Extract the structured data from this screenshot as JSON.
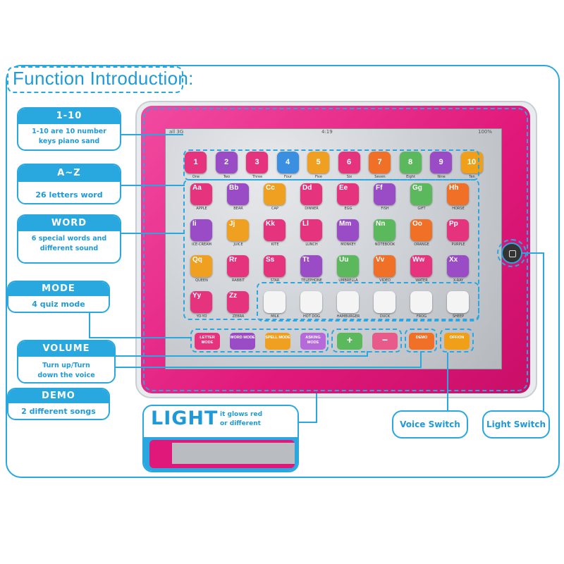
{
  "header": {
    "title": "Function Introduction:"
  },
  "labels": {
    "numbers": {
      "head": "1-10",
      "body": [
        "1-10 are 10 number",
        "keys piano sand"
      ]
    },
    "letters": {
      "head": "A~Z",
      "body": [
        "26 letters word"
      ]
    },
    "word": {
      "head": "WORD",
      "body": [
        "6 special words and",
        "different sound"
      ]
    },
    "mode": {
      "head": "MODE",
      "body": [
        "4 quiz mode"
      ]
    },
    "volume": {
      "head": "VOLUME",
      "body": [
        "Turn up/Turn",
        "down the voice"
      ]
    },
    "demo": {
      "head": "DEMO",
      "body": [
        "2 different songs"
      ]
    },
    "light": {
      "big": "LIGHT",
      "small": [
        "it glows red",
        "or different"
      ]
    },
    "voice_switch": "Voice Switch",
    "light_switch": "Light Switch"
  },
  "tablet": {
    "status": {
      "left": "all 3G",
      "center": "4:19",
      "right": "100%"
    },
    "numbers": [
      "1",
      "2",
      "3",
      "4",
      "5",
      "6",
      "7",
      "8",
      "9",
      "10"
    ],
    "number_captions": [
      "One",
      "Two",
      "Three",
      "Four",
      "Five",
      "Six",
      "Seven",
      "Eight",
      "Nine",
      "Ten"
    ],
    "letters": [
      [
        {
          "k": "Aa",
          "w": "APPLE"
        },
        {
          "k": "Bb",
          "w": "BEAR"
        },
        {
          "k": "Cc",
          "w": "CAP"
        },
        {
          "k": "Dd",
          "w": "DINNER"
        },
        {
          "k": "Ee",
          "w": "EGG"
        },
        {
          "k": "Ff",
          "w": "FISH"
        },
        {
          "k": "Gg",
          "w": "GIFT"
        },
        {
          "k": "Hh",
          "w": "HORSE"
        }
      ],
      [
        {
          "k": "Ii",
          "w": "ICE-CREAM"
        },
        {
          "k": "Jj",
          "w": "JUICE"
        },
        {
          "k": "Kk",
          "w": "KITE"
        },
        {
          "k": "Ll",
          "w": "LUNCH"
        },
        {
          "k": "Mm",
          "w": "MONKEY"
        },
        {
          "k": "Nn",
          "w": "NOTEBOOK"
        },
        {
          "k": "Oo",
          "w": "ORANGE"
        },
        {
          "k": "Pp",
          "w": "PURPLE"
        }
      ],
      [
        {
          "k": "Qq",
          "w": "QUEEN"
        },
        {
          "k": "Rr",
          "w": "RABBIT"
        },
        {
          "k": "Ss",
          "w": "STAR"
        },
        {
          "k": "Tt",
          "w": "TELEPHONE"
        },
        {
          "k": "Uu",
          "w": "UMBRELLA"
        },
        {
          "k": "Vv",
          "w": "VIDEO"
        },
        {
          "k": "Ww",
          "w": "WATER"
        },
        {
          "k": "Xx",
          "w": "X-RAY"
        }
      ],
      [
        {
          "k": "Yy",
          "w": "YO-YO"
        },
        {
          "k": "Zz",
          "w": "ZEBRA"
        },
        {
          "k": "",
          "w": "MILK"
        },
        {
          "k": "",
          "w": "HOT DOG"
        },
        {
          "k": "",
          "w": "HAMBURGER"
        },
        {
          "k": "",
          "w": "DUCK"
        },
        {
          "k": "",
          "w": "FROG"
        },
        {
          "k": "",
          "w": "SHEEP"
        }
      ]
    ],
    "mode_buttons": [
      {
        "label": "LETTER MODE",
        "color": "#e6337d"
      },
      {
        "label": "WORD MODE",
        "color": "#9a4bc6"
      },
      {
        "label": "SPELL MODE",
        "color": "#f0a020"
      },
      {
        "label": "ASKING MODE",
        "color": "#b46ad8"
      },
      {
        "label": "+",
        "color": "#5cb85c"
      },
      {
        "label": "−",
        "color": "#e85a8a"
      },
      {
        "label": "DEMO",
        "color": "#f07028"
      },
      {
        "label": "OFF/ON",
        "color": "#f0a018"
      }
    ]
  },
  "colors": {
    "accent": "#29a8e0",
    "tablet_pink": "#e0187a",
    "number_keys": [
      "#e6337d",
      "#9a4bc6",
      "#e6337d",
      "#3b8fe0",
      "#f0a020",
      "#e6337d",
      "#f07028",
      "#5cb85c",
      "#9a4bc6",
      "#f0a018"
    ],
    "letter_keys": [
      "#e6337d",
      "#9a4bc6",
      "#f0a020",
      "#e6337d",
      "#e6337d",
      "#9a4bc6",
      "#5cb85c",
      "#f07028"
    ]
  }
}
